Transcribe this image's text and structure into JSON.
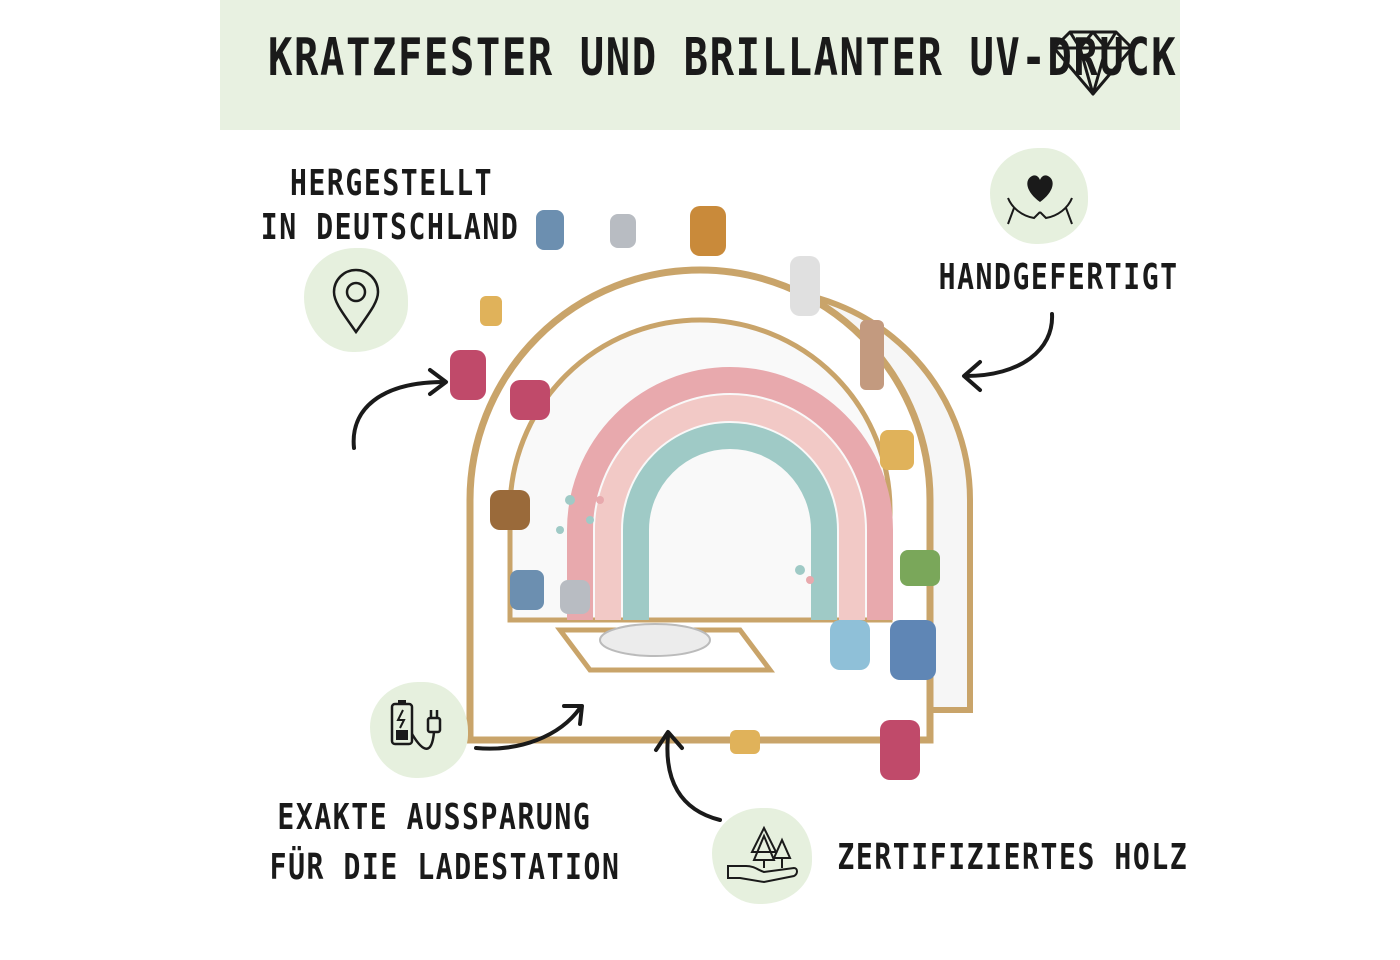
{
  "banner": {
    "title": "KRATZFESTER UND BRILLANTER UV-DRUCK",
    "icon": "diamond-icon"
  },
  "features": {
    "made_in": {
      "line1": "HERGESTELLT",
      "line2": "IN DEUTSCHLAND",
      "icon": "location-pin-icon"
    },
    "handmade": {
      "text": "HANDGEFERTIGT",
      "icon": "heart-hands-icon"
    },
    "cutout": {
      "line1": "EXAKTE AUSSPARUNG",
      "line2": "FÜR DIE LADESTATION",
      "icon": "battery-charger-icon"
    },
    "wood": {
      "text": "ZERTIFIZIERTES HOLZ",
      "icon": "trees-in-hand-icon"
    }
  },
  "colors": {
    "banner_bg": "#e8f1e1",
    "blob_bg": "#e6f0de",
    "rainbow_pink": "#e8a9ad",
    "rainbow_light": "#f2c9c6",
    "rainbow_teal": "#9fcac6",
    "wood_edge": "#c9a46a"
  }
}
